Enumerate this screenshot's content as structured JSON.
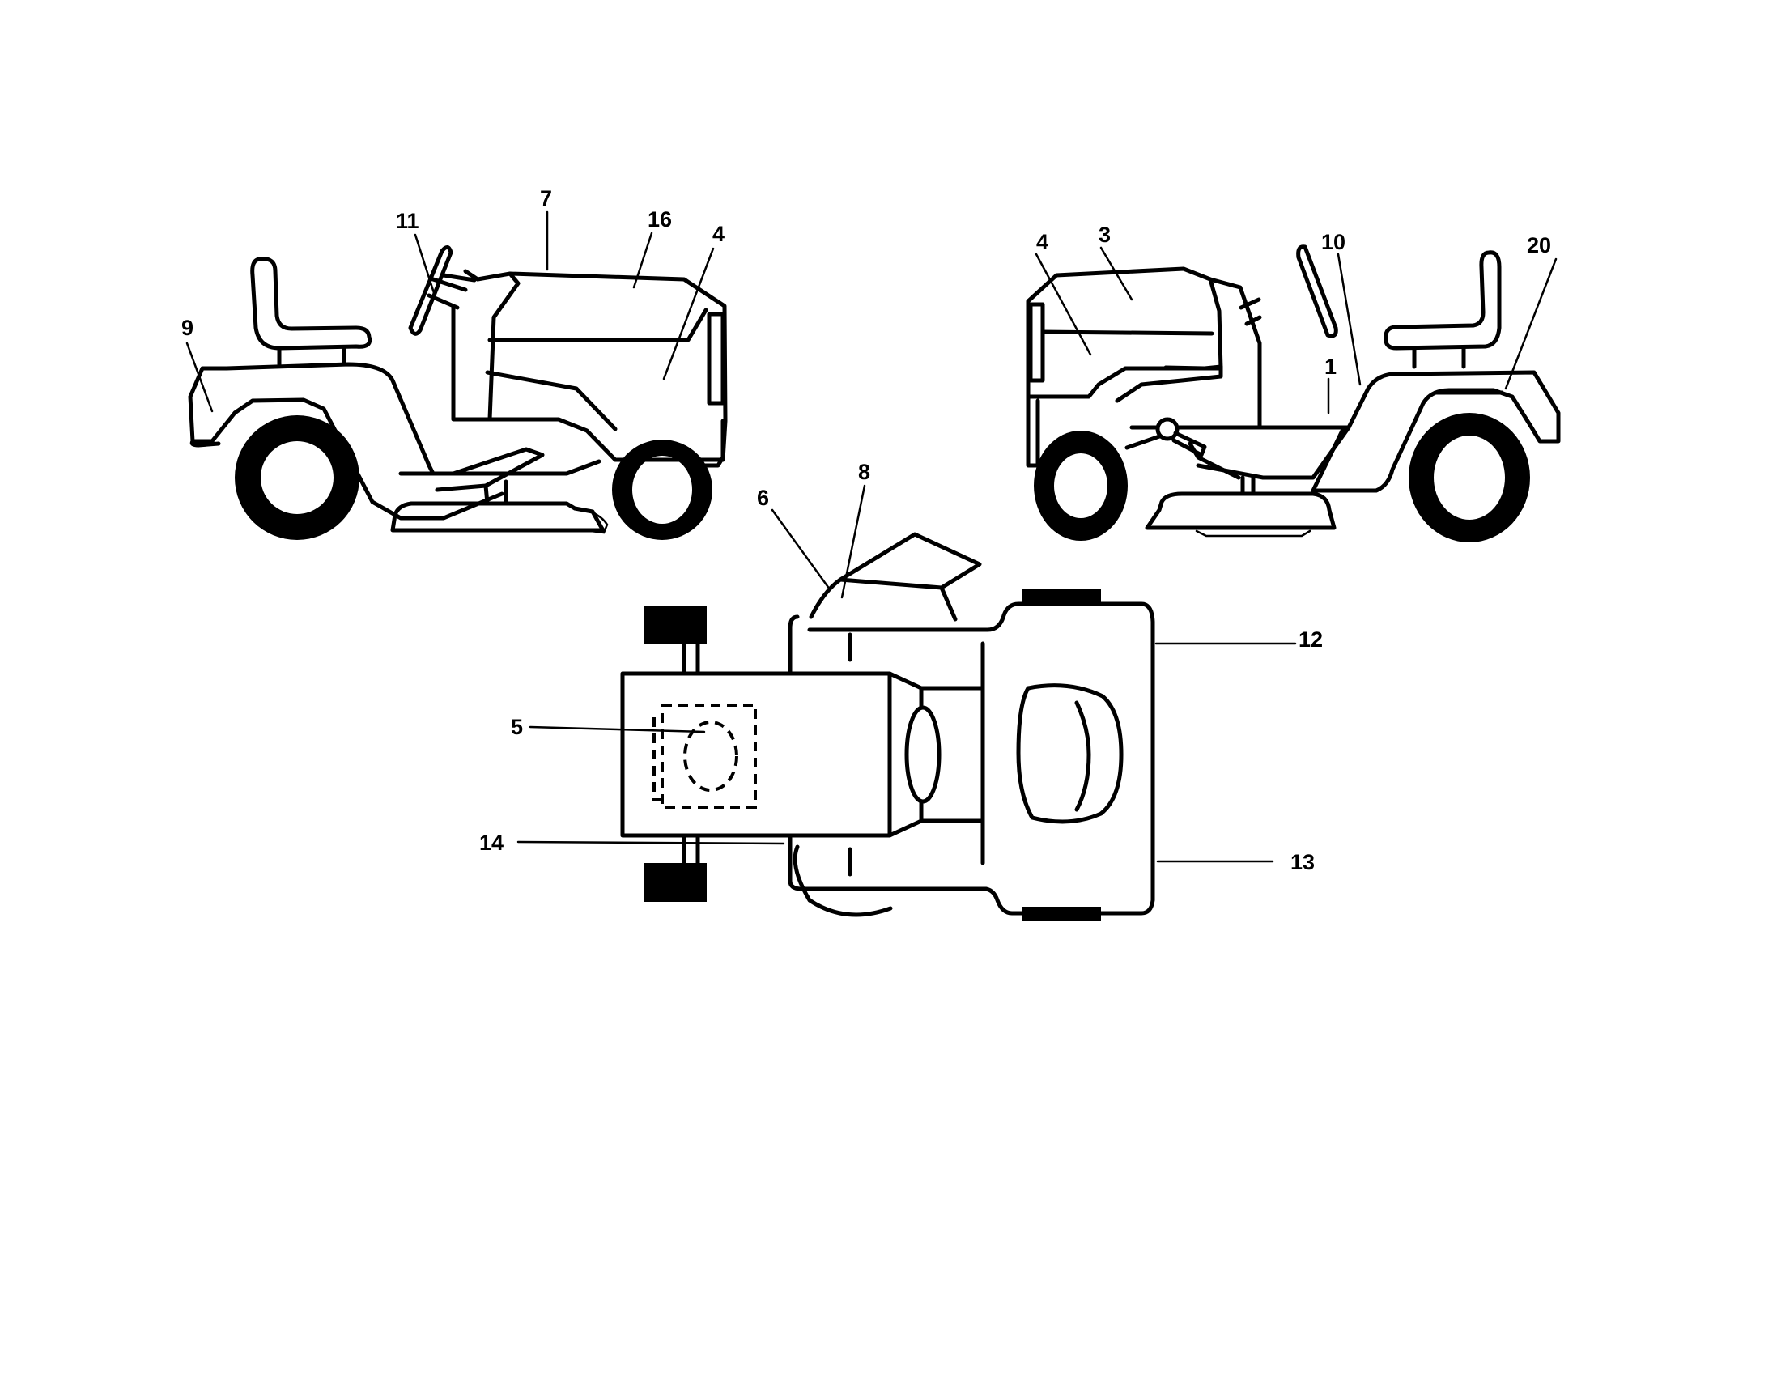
{
  "diagram": {
    "type": "parts-diagram",
    "subject": "Riding lawn tractor decal locations",
    "views": [
      {
        "id": "left-side",
        "name": "Left side view"
      },
      {
        "id": "right-side",
        "name": "Right side view"
      },
      {
        "id": "top",
        "name": "Top view"
      }
    ],
    "callouts": [
      {
        "id": "c9",
        "text": "9",
        "view": "left-side"
      },
      {
        "id": "c11",
        "text": "11",
        "view": "left-side"
      },
      {
        "id": "c7",
        "text": "7",
        "view": "left-side"
      },
      {
        "id": "c16",
        "text": "16",
        "view": "left-side"
      },
      {
        "id": "c4a",
        "text": "4",
        "view": "left-side"
      },
      {
        "id": "c4b",
        "text": "4",
        "view": "right-side"
      },
      {
        "id": "c3",
        "text": "3",
        "view": "right-side"
      },
      {
        "id": "c10",
        "text": "10",
        "view": "right-side"
      },
      {
        "id": "c20",
        "text": "20",
        "view": "right-side"
      },
      {
        "id": "c1",
        "text": "1",
        "view": "right-side"
      },
      {
        "id": "c6",
        "text": "6",
        "view": "top"
      },
      {
        "id": "c8",
        "text": "8",
        "view": "top"
      },
      {
        "id": "c12",
        "text": "12",
        "view": "top"
      },
      {
        "id": "c13",
        "text": "13",
        "view": "top"
      },
      {
        "id": "c5",
        "text": "5",
        "view": "top"
      },
      {
        "id": "c14",
        "text": "14",
        "view": "top"
      }
    ]
  },
  "labels": {
    "c9": "9",
    "c11": "11",
    "c7": "7",
    "c16": "16",
    "c4a": "4",
    "c4b": "4",
    "c3": "3",
    "c10": "10",
    "c20": "20",
    "c1": "1",
    "c6": "6",
    "c8": "8",
    "c12": "12",
    "c13": "13",
    "c5": "5",
    "c14": "14"
  },
  "colors": {
    "ink": "#000000",
    "paper": "#ffffff"
  }
}
